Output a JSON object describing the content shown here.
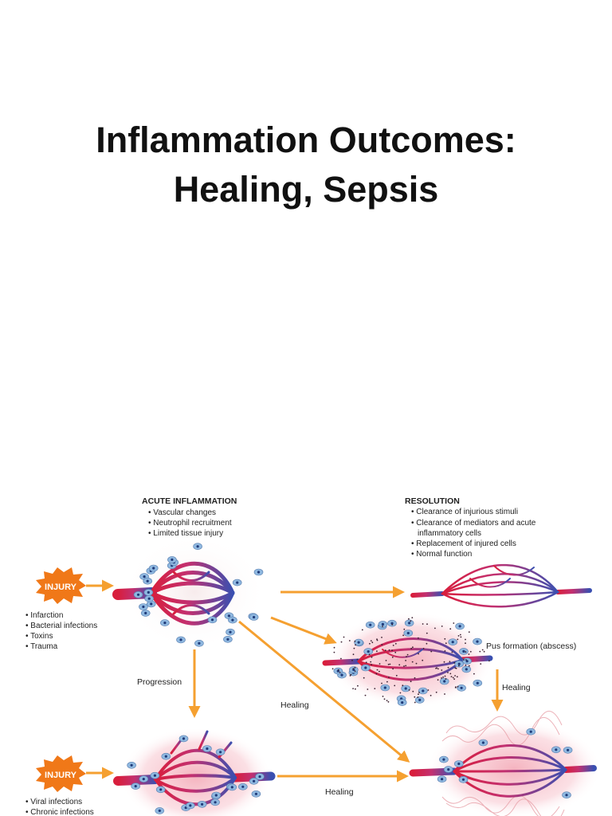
{
  "title": {
    "line1": "Inflammation Outcomes:",
    "line2": "Healing, Sepsis"
  },
  "diagram": {
    "acute": {
      "heading": "ACUTE INFLAMMATION",
      "bullets": [
        "• Vascular changes",
        "• Neutrophil recruitment",
        "• Limited tissue injury"
      ]
    },
    "resolution": {
      "heading": "RESOLUTION",
      "bullets": [
        "• Clearance of injurious stimuli",
        "• Clearance of mediators and acute",
        "   inflammatory cells",
        "• Replacement of injured cells",
        "• Normal function"
      ]
    },
    "injury_top": {
      "label": "INJURY",
      "causes": [
        "• Infarction",
        "• Bacterial infections",
        "• Toxins",
        "• Trauma"
      ]
    },
    "injury_bottom": {
      "label": "INJURY",
      "causes": [
        "• Viral infections",
        "• Chronic infections"
      ]
    },
    "labels": {
      "pus": "Pus formation (abscess)",
      "progression": "Progression",
      "healing_right": "Healing",
      "healing_center": "Healing",
      "healing_bottom": "Healing"
    },
    "colors": {
      "arrow": "#f5a030",
      "artery": "#d81e3c",
      "vein": "#3a4fb0",
      "burst": "#f07818",
      "cell": "#8fb8e0"
    }
  }
}
